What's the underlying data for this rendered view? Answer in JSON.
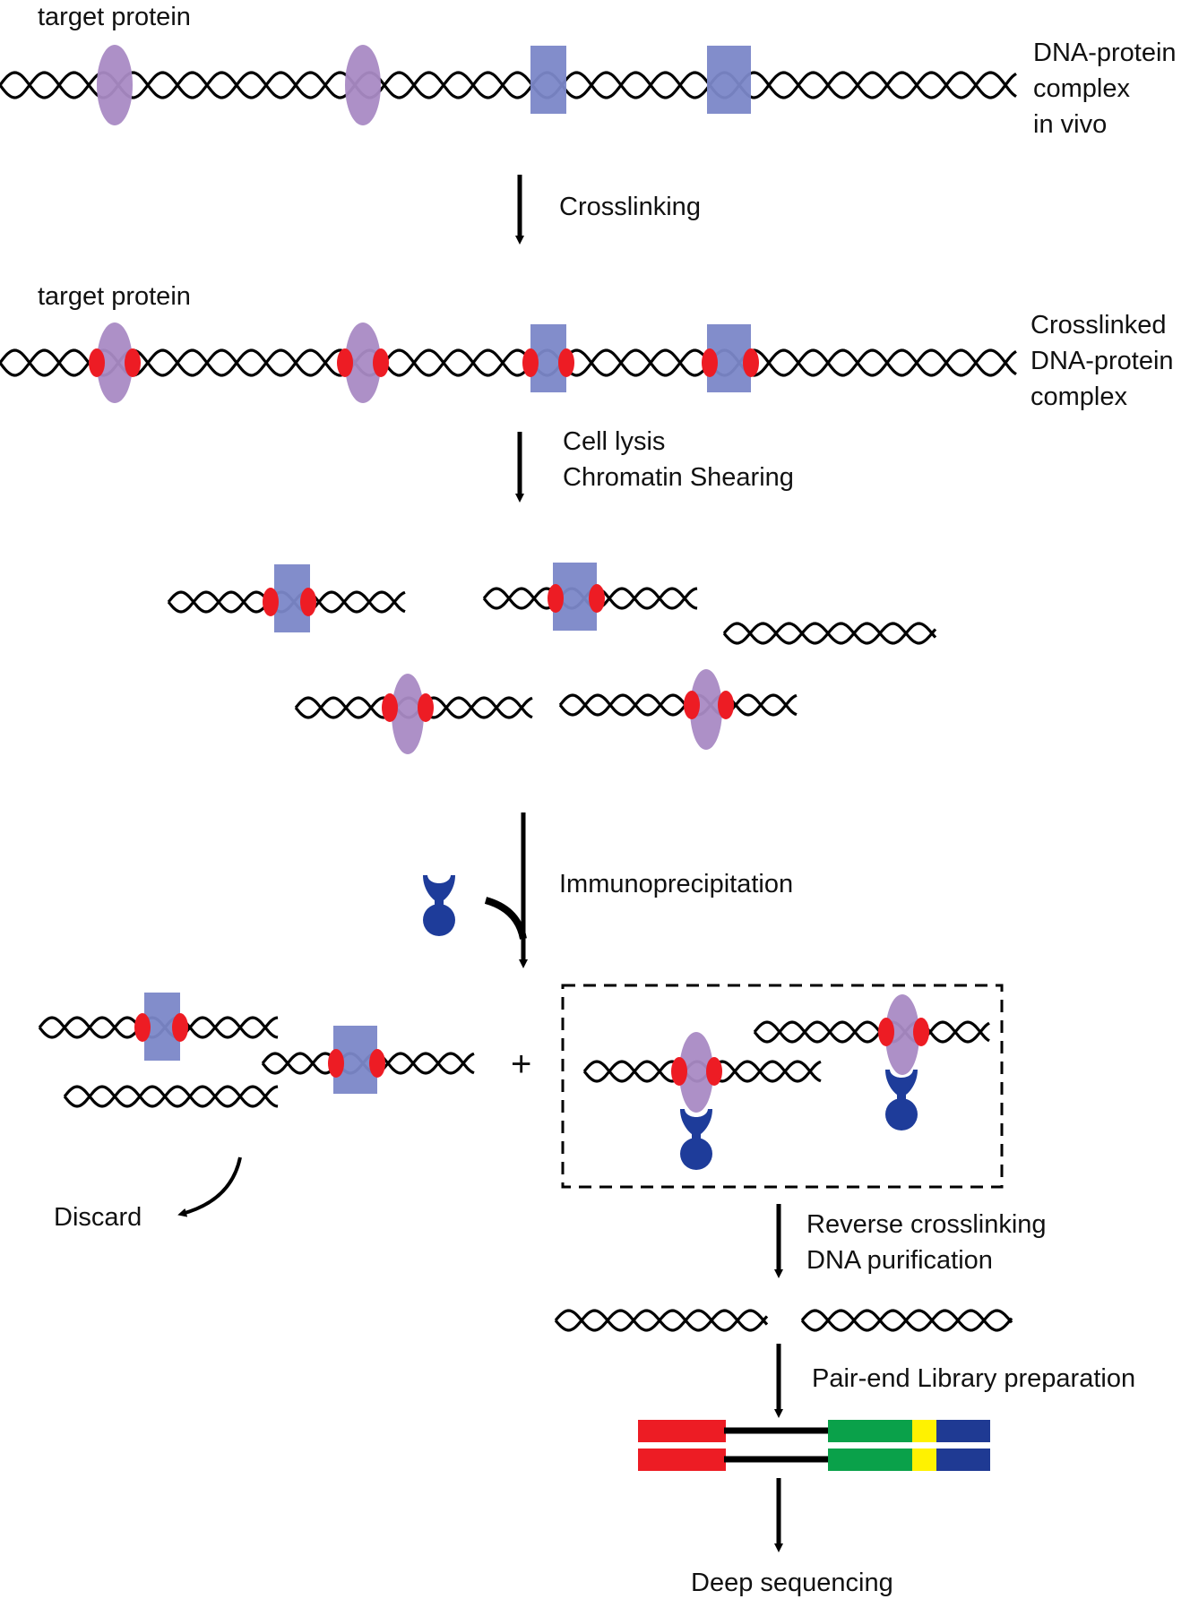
{
  "labels": {
    "target_protein_top": "target protein",
    "target_protein_second": "target protein",
    "complex_in_vivo": [
      "DNA-protein",
      "complex",
      "in vivo"
    ],
    "crosslinked_complex": [
      "Crosslinked",
      "DNA-protein",
      "complex"
    ],
    "plus": "+",
    "discard": "Discard",
    "deep_sequencing": "Deep sequencing"
  },
  "steps": {
    "crosslinking": "Crosslinking",
    "lysis": [
      "Cell lysis",
      "Chromatin Shearing"
    ],
    "immunoprecipitation": "Immunoprecipitation",
    "reverse": [
      "Reverse crosslinking",
      "DNA purification"
    ],
    "library": "Pair-end Library preparation"
  },
  "colors": {
    "dna": "#000000",
    "target_protein": "#a98ac4",
    "other_protein": "#7b87c8",
    "crosslink": "#ed1c24",
    "antibody": "#1e3c9a",
    "adapter_red": "#ed1c24",
    "adapter_green": "#0aa14a",
    "adapter_yellow": "#fff200",
    "adapter_blue": "#1f3a93"
  }
}
